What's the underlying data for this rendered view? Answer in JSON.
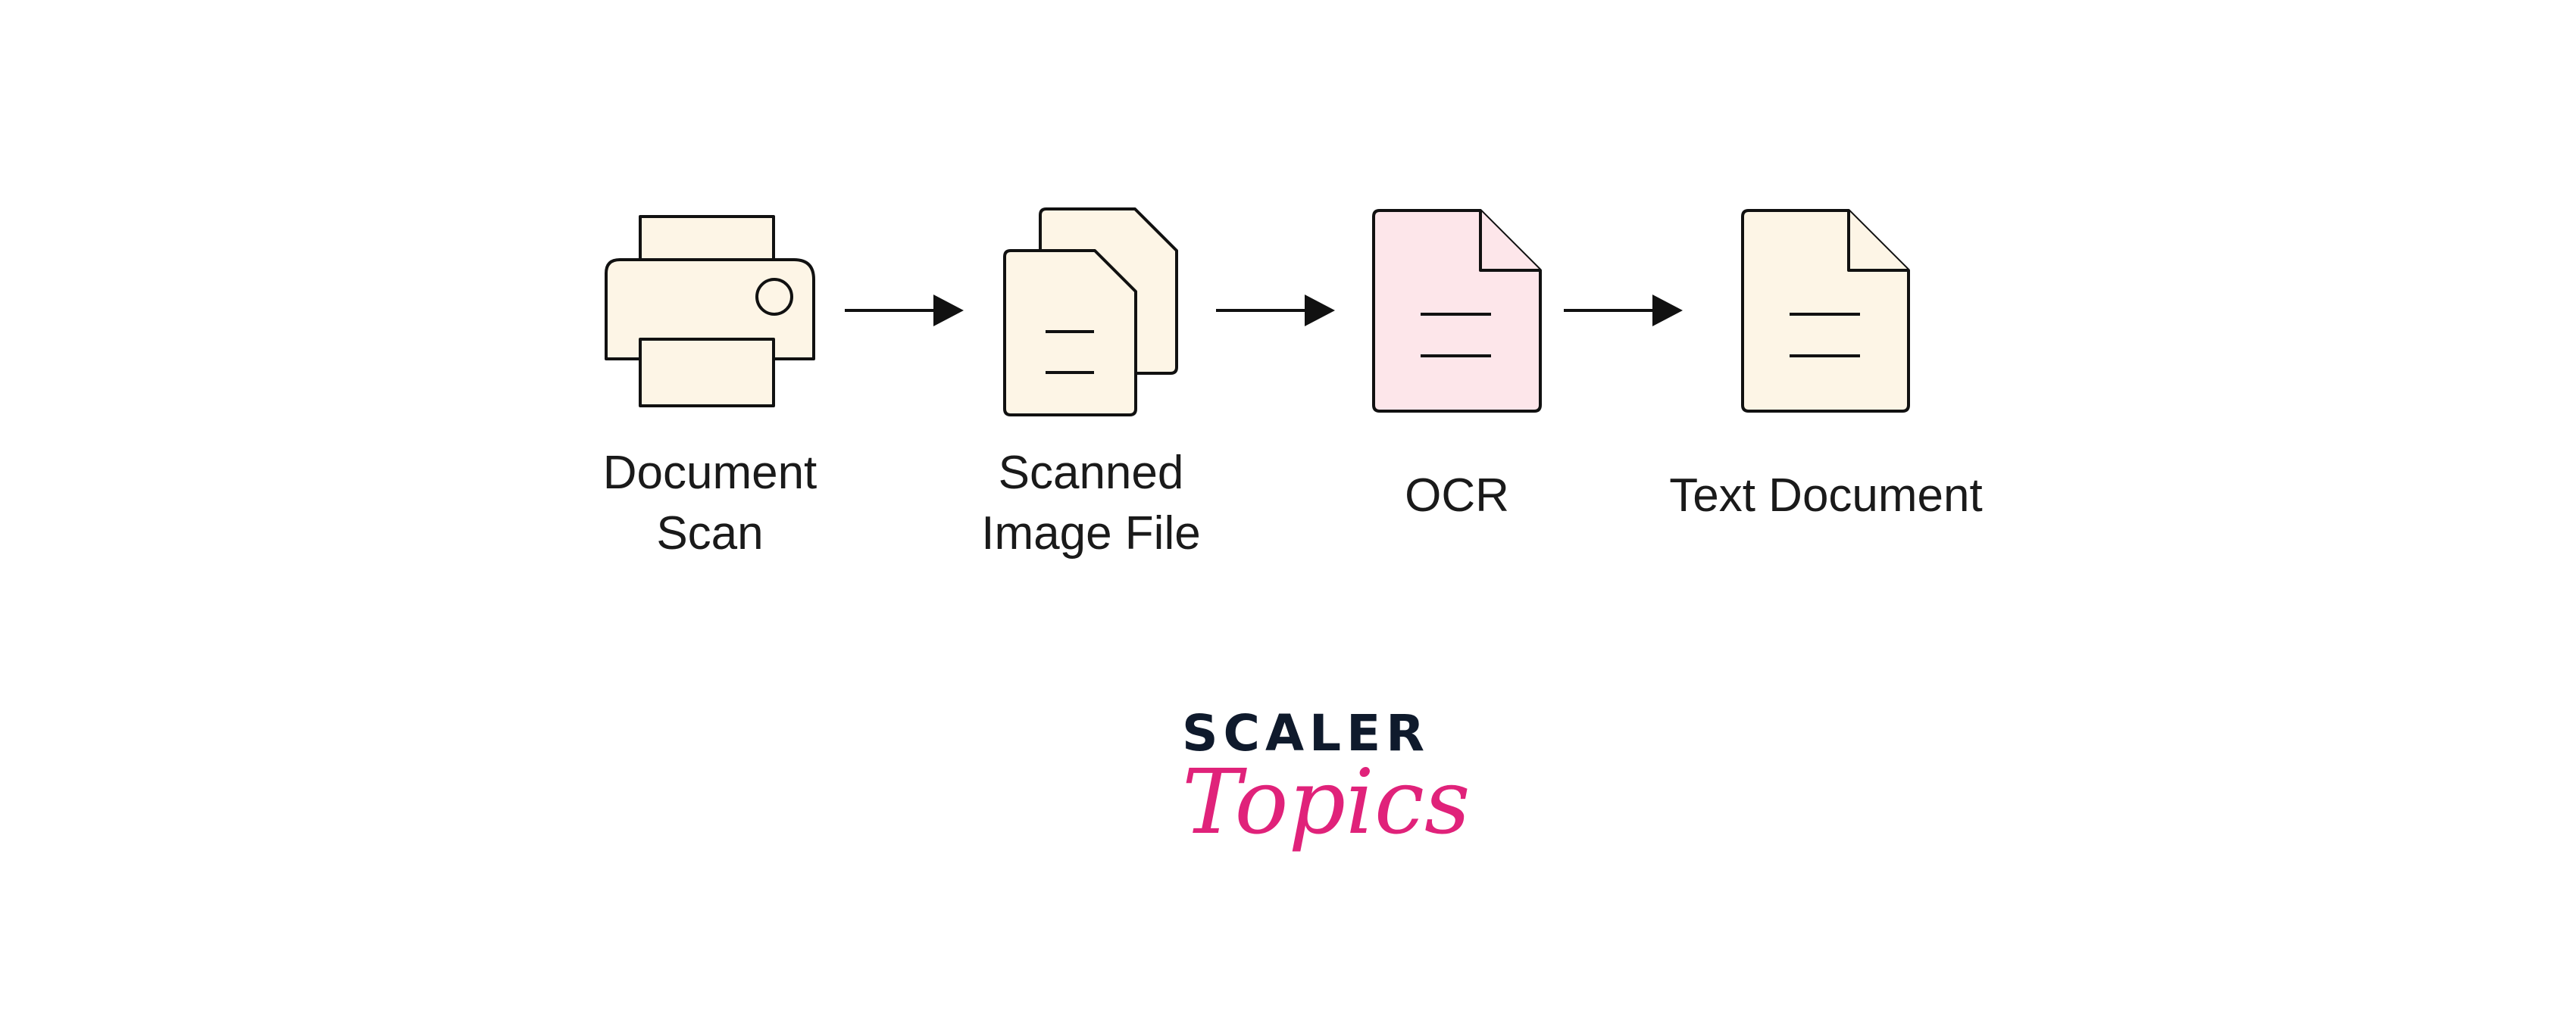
{
  "steps": [
    {
      "icon": "printer-icon",
      "label_lines": [
        "Document",
        "Scan"
      ]
    },
    {
      "icon": "stacked-documents-icon",
      "label_lines": [
        "Scanned",
        "Image File"
      ]
    },
    {
      "icon": "ocr-document-icon",
      "label_lines": [
        "OCR"
      ]
    },
    {
      "icon": "text-document-icon",
      "label_lines": [
        "Text Document"
      ]
    }
  ],
  "logo": {
    "line1": "SCALER",
    "line2": "Topics"
  },
  "colors": {
    "icon_fill": "#fdf5e6",
    "ocr_fill": "#fde6ea",
    "stroke": "#111111",
    "logo_dark": "#0f1a2c",
    "logo_pink": "#e0227a"
  }
}
